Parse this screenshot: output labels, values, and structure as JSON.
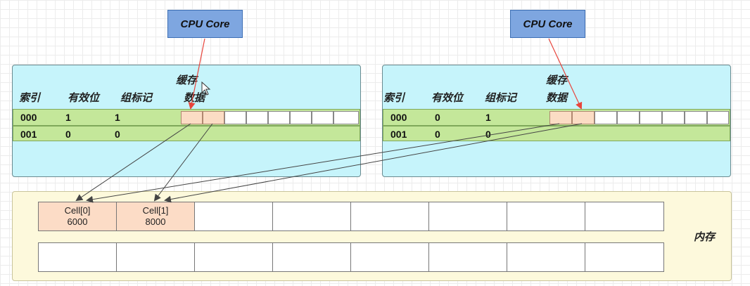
{
  "cpu_left": "CPU Core",
  "cpu_right": "CPU Core",
  "cache_left": {
    "title": "缓存",
    "col_index": "索引",
    "col_valid": "有效位",
    "col_tag": "组标记",
    "col_data": "数据",
    "rows": [
      {
        "index": "000",
        "valid": "1",
        "tag": "1"
      },
      {
        "index": "001",
        "valid": "0",
        "tag": "0"
      }
    ]
  },
  "cache_right": {
    "title": "缓存",
    "col_index": "索引",
    "col_valid": "有效位",
    "col_tag": "组标记",
    "col_data": "数据",
    "rows": [
      {
        "index": "000",
        "valid": "0",
        "tag": "1"
      },
      {
        "index": "001",
        "valid": "0",
        "tag": "0"
      }
    ]
  },
  "memory": {
    "label": "内存",
    "cell0_name": "Cell[0]",
    "cell0_value": "6000",
    "cell1_name": "Cell[1]",
    "cell1_value": "8000"
  },
  "colors": {
    "cpu_fill": "#7ea6e0",
    "cache_fill": "#c6f4fb",
    "row_fill": "#c4e79a",
    "highlight_fill": "#fbdcc4",
    "memory_fill": "#fdf9dc",
    "red_arrow": "#e8453c",
    "dark_arrow": "#444444"
  }
}
